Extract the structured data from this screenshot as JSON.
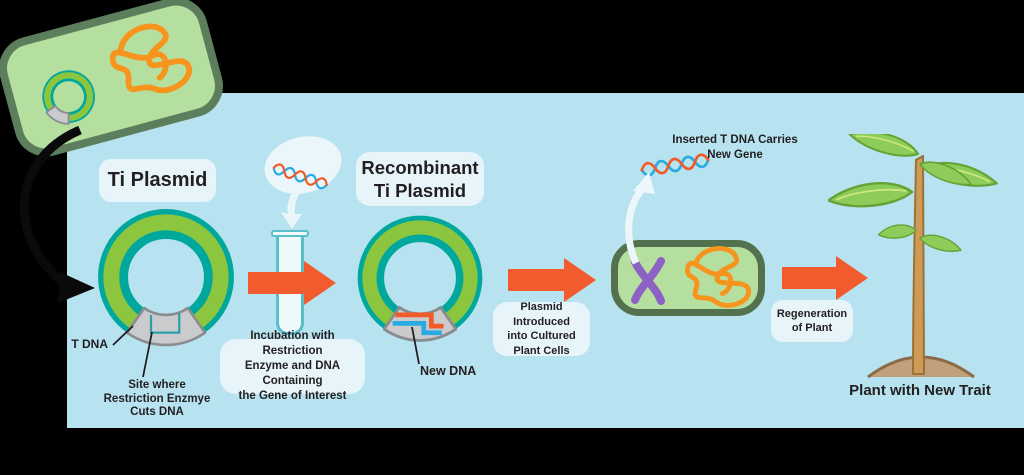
{
  "palette": {
    "canvas": "#000000",
    "panel_blue": "#B7E3F0",
    "arrow_orange": "#F15B2D",
    "ring_teal": "#00A79D",
    "ring_green": "#8CC63E",
    "segment_gray": "#C9CBCD",
    "cell_fill": "#B5DF9E",
    "cell_border": "#53714E",
    "dna_blue": "#29ABE2",
    "dna_orange": "#F15A29",
    "tangle_orange": "#F7941D",
    "chromosome_purple": "#8C63C5",
    "caption_bg": "#E7F4FA",
    "text": "#231F20"
  },
  "stage1": {
    "title": "Ti Plasmid",
    "t_dna_label": "T DNA",
    "site_line1": "Site where",
    "site_line2": "Restriction Enzmye",
    "site_line3": "Cuts DNA"
  },
  "stage2": {
    "caption_line1": "Incubation with Restriction",
    "caption_line2": "Enzyme and DNA Containing",
    "caption_line3": "the Gene of Interest"
  },
  "stage3": {
    "title_line1": "Recombinant",
    "title_line2": "Ti Plasmid",
    "new_dna_label": "New DNA"
  },
  "stage4": {
    "caption_line1": "Plasmid Introduced",
    "caption_line2": "into Cultured",
    "caption_line3": "Plant Cells"
  },
  "stage5": {
    "inserted_line1": "Inserted T DNA Carries",
    "inserted_line2": "New Gene"
  },
  "stage6": {
    "caption_line1": "Regeneration",
    "caption_line2": "of Plant"
  },
  "stage7": {
    "caption": "Plant with New Trait"
  }
}
